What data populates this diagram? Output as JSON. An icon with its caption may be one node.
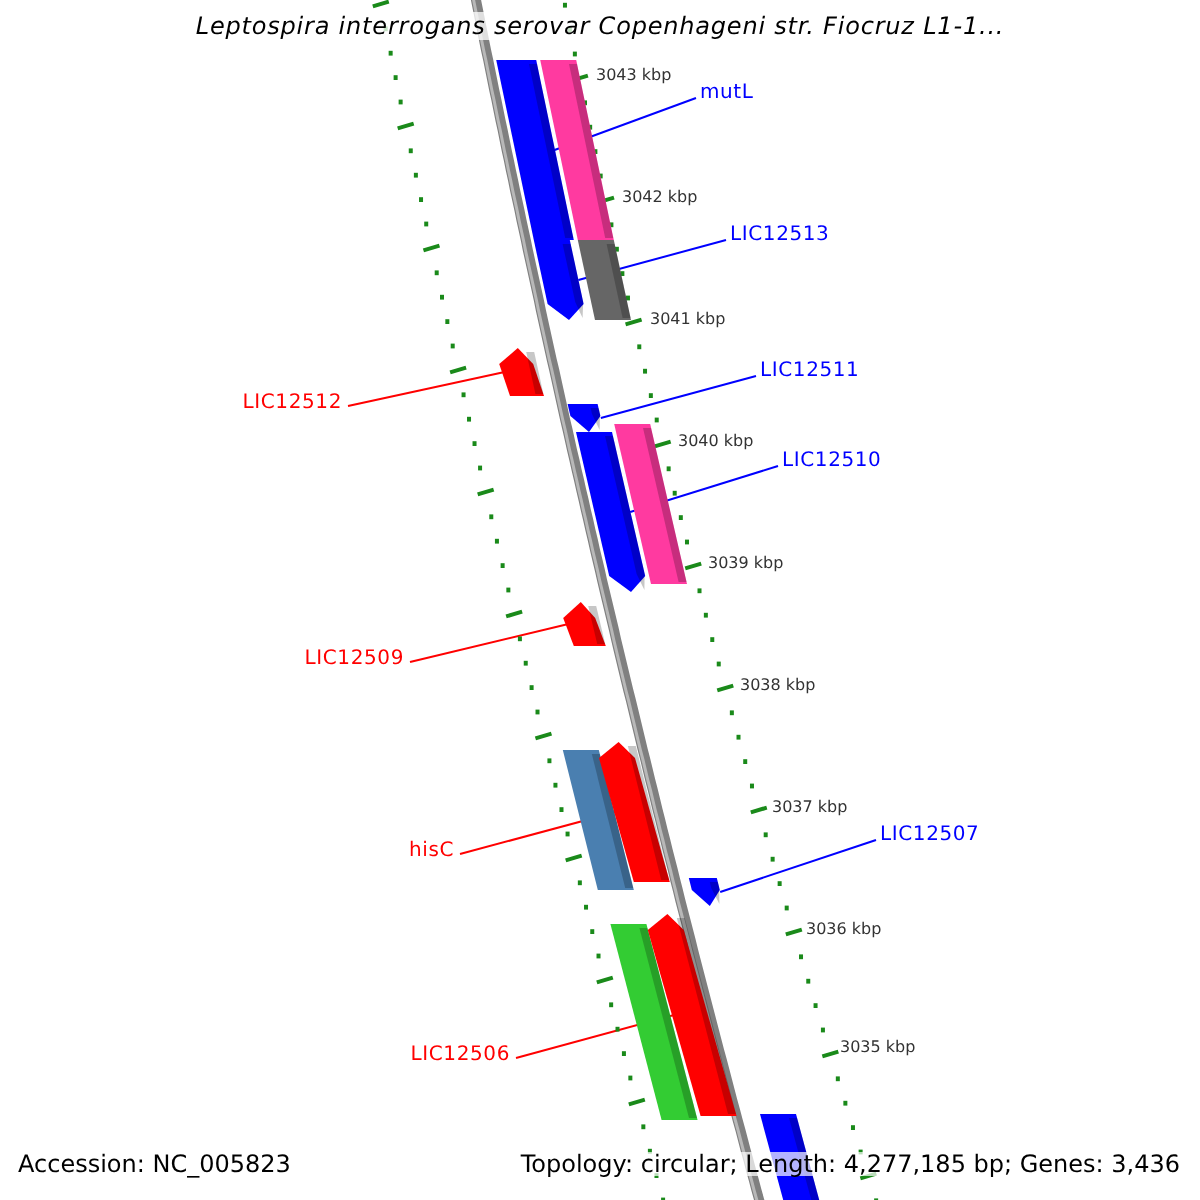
{
  "diagram": {
    "title": "Leptospira interrogans serovar Copenhageni str. Fiocruz L1-1...",
    "nodes": [
      {
        "text": [
          "mutL"
        ]
      },
      {
        "text": [
          "LIC12513"
        ]
      },
      {
        "text": [
          "LIC12511"
        ]
      },
      {
        "text": [
          "LIC12512"
        ]
      },
      {
        "text": [
          "LIC12510"
        ]
      },
      {
        "text": [
          "LIC12509"
        ]
      },
      {
        "text": [
          "LIC12507"
        ]
      },
      {
        "text": [
          "hisC"
        ]
      },
      {
        "text": [
          "LIC12506"
        ]
      },
      {
        "text": [],
        "shape": "bar"
      },
      {
        "text": [],
        "shape": "bar"
      },
      {
        "text": [],
        "shape": "bar"
      },
      {
        "text": [],
        "shape": "bar"
      },
      {
        "text": [],
        "shape": "bar"
      },
      {
        "text": [],
        "shape": "bar"
      },
      {
        "text": [],
        "shape": "bar"
      },
      {
        "text": [],
        "shape": "bar"
      },
      {
        "text": [],
        "shape": "bar"
      }
    ],
    "edges": [
      {
        "from": 0,
        "to": 9,
        "arrow": "none",
        "color": "#0000ff"
      },
      {
        "from": 1,
        "to": 10,
        "arrow": "none",
        "color": "#0000ff"
      },
      {
        "from": 2,
        "to": 12,
        "arrow": "none",
        "color": "#0000ff"
      },
      {
        "from": 3,
        "to": 11,
        "arrow": "none",
        "color": "#ff0000"
      },
      {
        "from": 4,
        "to": 13,
        "arrow": "none",
        "color": "#0000ff"
      },
      {
        "from": 5,
        "to": 14,
        "arrow": "none",
        "color": "#ff0000"
      },
      {
        "from": 6,
        "to": 16,
        "arrow": "none",
        "color": "#0000ff"
      },
      {
        "from": 7,
        "to": 15,
        "arrow": "none",
        "color": "#ff0000"
      },
      {
        "from": 8,
        "to": 17,
        "arrow": "none",
        "color": "#ff0000"
      }
    ],
    "labels": [
      "3043 kbp",
      "3042 kbp",
      "3041 kbp",
      "3040 kbp",
      "3039 kbp",
      "3038 kbp",
      "3037 kbp",
      "3036 kbp",
      "3035 kbp",
      "Accession: NC_005823",
      "Topology: circular; Length: 4,277,185 bp; Genes: 3,436"
    ]
  }
}
